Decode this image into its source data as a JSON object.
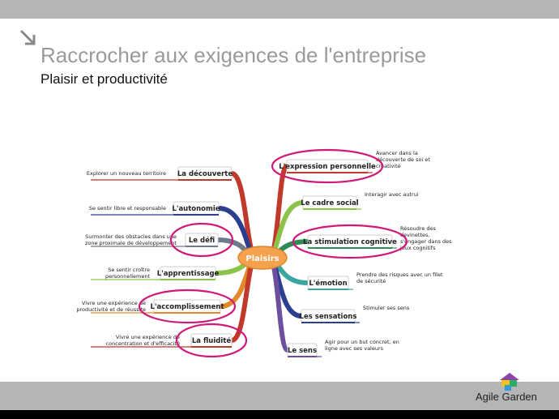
{
  "slide": {
    "title": "Raccrocher aux exigences de l'entreprise",
    "subtitle": "Plaisir et productivité"
  },
  "center": {
    "label": "Plaisirs",
    "color": "#f4a24d"
  },
  "branches_left": [
    {
      "label": "La découverte",
      "leaf": [
        "Explorer un nouveau territoire"
      ],
      "color": "#c0392b"
    },
    {
      "label": "L'autonomie",
      "leaf": [
        "Se sentir libre et responsable"
      ],
      "color": "#2c3e8f"
    },
    {
      "label": "Le défi",
      "leaf": [
        "Surmonter des obstacles dans une",
        "zone proximale de développement"
      ],
      "color": "#6c7a89",
      "circled": true
    },
    {
      "label": "L'apprentissage",
      "leaf": [
        "Se sentir croître",
        "personnellement"
      ],
      "color": "#8bc34a"
    },
    {
      "label": "L'accomplissement",
      "leaf": [
        "Vivre une expérience de",
        "productivité et de réussite"
      ],
      "color": "#e08a2c",
      "circled": true
    },
    {
      "label": "La fluidité",
      "leaf": [
        "Vivre une expérience de",
        "concentration et d'efficacité"
      ],
      "color": "#c0392b",
      "circled": true
    }
  ],
  "branches_right": [
    {
      "label": "L'expression personnelle",
      "leaf": [
        "Avancer dans la",
        "découverte de soi et",
        "créativité"
      ],
      "color": "#c0392b",
      "circled": true
    },
    {
      "label": "Le cadre social",
      "leaf": [
        "Interagir avec autrui"
      ],
      "color": "#8bc34a"
    },
    {
      "label": "La stimulation cognitive",
      "leaf": [
        "Résoudre des",
        "devinettes,",
        "s'engager dans des",
        "jeux cognitifs"
      ],
      "color": "#2e8b57",
      "circled": true
    },
    {
      "label": "L'émotion",
      "leaf": [
        "Prendre des risques avec un filet",
        "de sécurité"
      ],
      "color": "#3aa6a0"
    },
    {
      "label": "Les sensations",
      "leaf": [
        "Stimuler ses sens"
      ],
      "color": "#2c3e8f"
    },
    {
      "label": "Le sens",
      "leaf": [
        "Agir pour un but concret, en",
        "ligne avec ses valeurs"
      ],
      "color": "#6c4f9e"
    }
  ],
  "footer": {
    "brand": "Agile Garden"
  },
  "colors": {
    "highlight": "#d0197a",
    "band": "#b5b5b7"
  }
}
